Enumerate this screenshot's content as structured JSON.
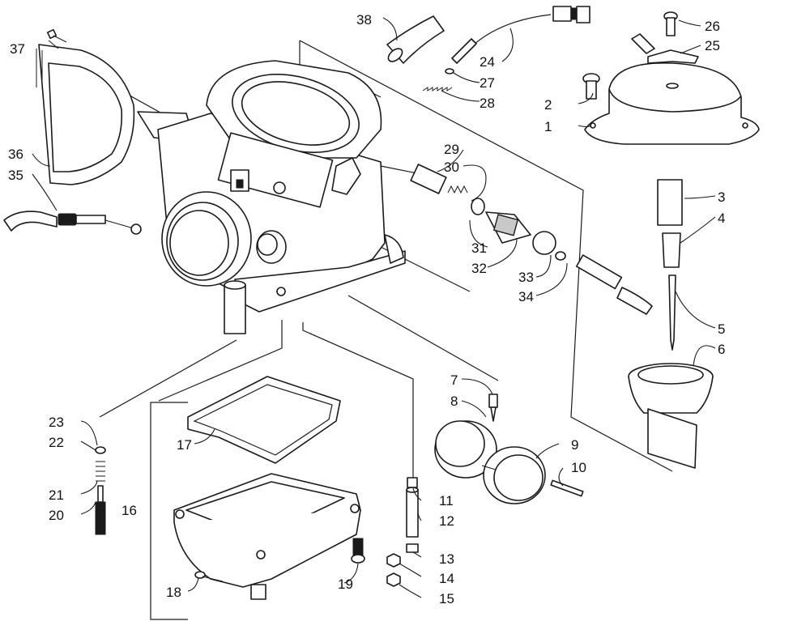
{
  "diagram": {
    "callouts": [
      {
        "id": "c1",
        "label": "1"
      },
      {
        "id": "c2",
        "label": "2"
      },
      {
        "id": "c3",
        "label": "3"
      },
      {
        "id": "c4",
        "label": "4"
      },
      {
        "id": "c5",
        "label": "5"
      },
      {
        "id": "c6",
        "label": "6"
      },
      {
        "id": "c7",
        "label": "7"
      },
      {
        "id": "c8",
        "label": "8"
      },
      {
        "id": "c9",
        "label": "9"
      },
      {
        "id": "c10",
        "label": "10"
      },
      {
        "id": "c11",
        "label": "11"
      },
      {
        "id": "c12",
        "label": "12"
      },
      {
        "id": "c13",
        "label": "13"
      },
      {
        "id": "c14",
        "label": "14"
      },
      {
        "id": "c15",
        "label": "15"
      },
      {
        "id": "c16",
        "label": "16"
      },
      {
        "id": "c17",
        "label": "17"
      },
      {
        "id": "c18",
        "label": "18"
      },
      {
        "id": "c19",
        "label": "19"
      },
      {
        "id": "c20",
        "label": "20"
      },
      {
        "id": "c21",
        "label": "21"
      },
      {
        "id": "c22",
        "label": "22"
      },
      {
        "id": "c23",
        "label": "23"
      },
      {
        "id": "c24",
        "label": "24"
      },
      {
        "id": "c25",
        "label": "25"
      },
      {
        "id": "c26",
        "label": "26"
      },
      {
        "id": "c27",
        "label": "27"
      },
      {
        "id": "c28",
        "label": "28"
      },
      {
        "id": "c29",
        "label": "29"
      },
      {
        "id": "c30",
        "label": "30"
      },
      {
        "id": "c31",
        "label": "31"
      },
      {
        "id": "c32",
        "label": "32"
      },
      {
        "id": "c33",
        "label": "33"
      },
      {
        "id": "c34",
        "label": "34"
      },
      {
        "id": "c35",
        "label": "35"
      },
      {
        "id": "c36",
        "label": "36"
      },
      {
        "id": "c37",
        "label": "37"
      },
      {
        "id": "c38",
        "label": "38"
      }
    ]
  }
}
